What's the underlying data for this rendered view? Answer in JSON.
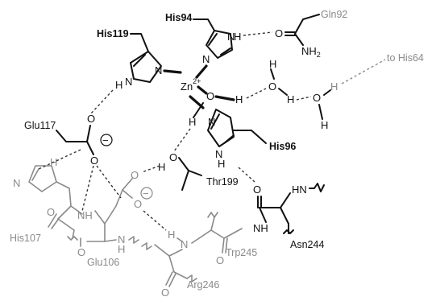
{
  "labels": {
    "his94": "His94",
    "his119": "His119",
    "his96": "His96",
    "gln92": "Gln92",
    "nh2": "NH",
    "nh2_sub": "2",
    "zn": "Zn",
    "zn_charge": "2+",
    "to_his64": "to His64",
    "glu117": "Glu117",
    "thr199": "Thr199",
    "asn244": "Asn244",
    "his107": "His107",
    "glu106": "Glu106",
    "trp245": "Trp245",
    "arg246": "Arg246",
    "minus": "−"
  },
  "atoms": {
    "n": "N",
    "h": "H",
    "o": "O",
    "hn": "HN",
    "nh": "NH"
  },
  "colors": {
    "bold_residues": "#111111",
    "grey_residues": "#8a8a8a"
  }
}
